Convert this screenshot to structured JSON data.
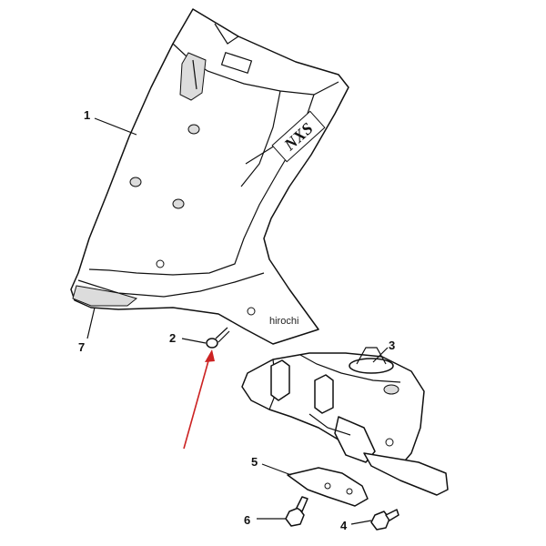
{
  "callouts": [
    {
      "id": "1",
      "label": "1"
    },
    {
      "id": "2",
      "label": "2"
    },
    {
      "id": "3",
      "label": "3"
    },
    {
      "id": "4",
      "label": "4"
    },
    {
      "id": "5",
      "label": "5"
    },
    {
      "id": "6",
      "label": "6"
    },
    {
      "id": "7",
      "label": "7"
    }
  ],
  "watermark": "hirochi",
  "emblem_text": "NXS",
  "colors": {
    "line": "#111111",
    "arrow": "#cc2222",
    "shade": "#dcdcdc",
    "background": "#ffffff"
  }
}
